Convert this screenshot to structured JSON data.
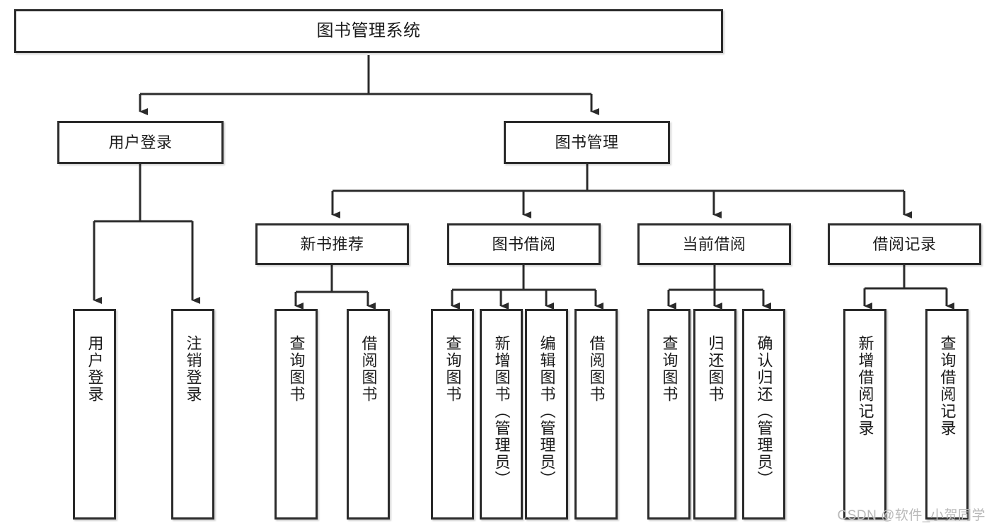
{
  "diagram": {
    "type": "tree",
    "title": "图书管理系统",
    "style": {
      "stroke": "#2b2b2b",
      "fill": "#ffffff",
      "text": "#1b1b1b",
      "watermark_color": "#b9b9b9"
    },
    "nodes": {
      "root": {
        "label": "图书管理系统"
      },
      "l2": [
        {
          "label": "用户登录"
        },
        {
          "label": "图书管理"
        }
      ],
      "l3": [
        {
          "label": "新书推荐"
        },
        {
          "label": "图书借阅"
        },
        {
          "label": "当前借阅"
        },
        {
          "label": "借阅记录"
        }
      ],
      "leaves_user_login": [
        {
          "label": "用户登录"
        },
        {
          "label": "注销登录"
        }
      ],
      "leaves_new_book": [
        {
          "label": "查询图书"
        },
        {
          "label": "借阅图书"
        }
      ],
      "leaves_borrow": [
        {
          "label": "查询图书"
        },
        {
          "label": "新增图书（管理员）"
        },
        {
          "label": "编辑图书（管理员）"
        },
        {
          "label": "借阅图书"
        }
      ],
      "leaves_current": [
        {
          "label": "查询图书"
        },
        {
          "label": "归还图书"
        },
        {
          "label": "确认归还（管理员）"
        }
      ],
      "leaves_records": [
        {
          "label": "新增借阅记录"
        },
        {
          "label": "查询借阅记录"
        }
      ]
    },
    "watermark": "CSDN @软件_小贺同学"
  }
}
